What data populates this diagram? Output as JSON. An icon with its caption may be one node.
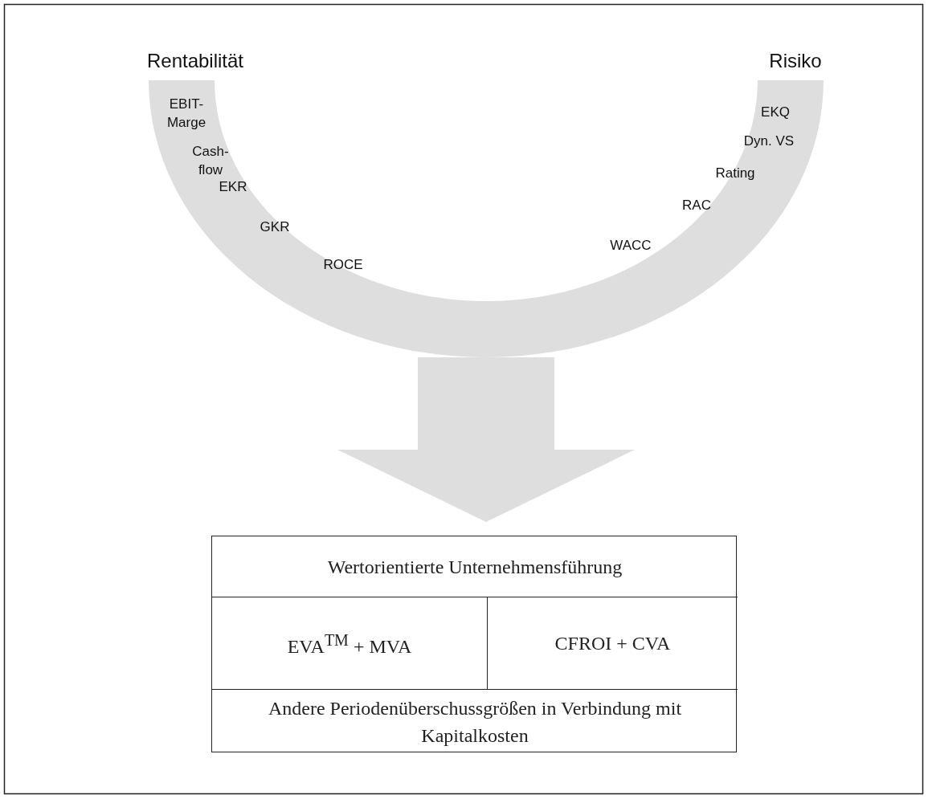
{
  "diagram": {
    "nodes": [
      {
        "text": [
          "Rentabilität",
          "Risiko",
          "EBIT- Marge",
          "Cash- flow",
          "EKR",
          "GKR",
          "ROCE",
          "EKQ",
          "Dyn. VS",
          "Rating",
          "RAC",
          "WACC"
        ]
      },
      {
        "text": [],
        "shape": "box"
      },
      {
        "text": [
          "Wertorientierte Unternehmensführung"
        ],
        "in": 1
      },
      {
        "text": [
          "EVA$^{TM}$ + MVA"
        ],
        "in": 1
      },
      {
        "text": [
          "CFROI + CVA"
        ],
        "in": 1
      },
      {
        "text": [
          "Andere Periodenüberschussgrößen in Verbindung mit Kapitalkosten"
        ],
        "in": 1
      }
    ],
    "edges": [
      {
        "from": 0,
        "to": 1,
        "arrow": "to",
        "color": "#dedede"
      }
    ]
  }
}
